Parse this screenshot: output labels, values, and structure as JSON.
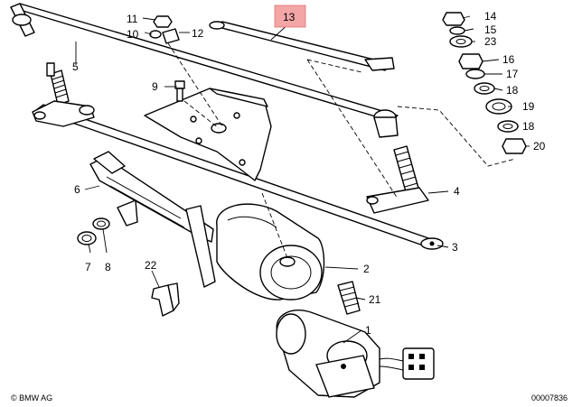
{
  "highlight_color": "#f4a6a6",
  "highlighted_part": "13",
  "callouts": {
    "p1": "1",
    "p2": "2",
    "p3": "3",
    "p4": "4",
    "p5": "5",
    "p6": "6",
    "p7": "7",
    "p8": "8",
    "p9": "9",
    "p10": "10",
    "p11": "11",
    "p12": "12",
    "p13": "13",
    "p14": "14",
    "p15": "15",
    "p16": "16",
    "p17": "17",
    "p18a": "18",
    "p18b": "18",
    "p19": "19",
    "p20": "20",
    "p21": "21",
    "p22": "22",
    "p23": "23"
  },
  "footer": {
    "brand": "© BMW AG",
    "drawing_number": "00007836"
  }
}
